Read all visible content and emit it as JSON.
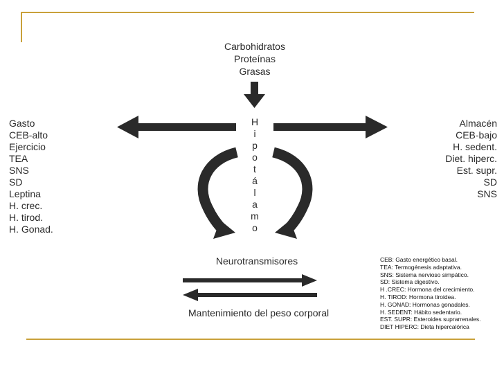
{
  "inputs": [
    "Carbohidratos",
    "Proteínas",
    "Grasas"
  ],
  "hypothalamus_letters": [
    "H",
    "i",
    "p",
    "o",
    "t",
    "á",
    "l",
    "a",
    "m",
    "o"
  ],
  "left_terms": [
    "Gasto",
    "CEB-alto",
    "Ejercicio",
    "TEA",
    "SNS",
    "SD",
    "Leptina",
    "H. crec.",
    "H. tirod.",
    "H. Gonad."
  ],
  "right_terms": [
    "Almacén",
    "CEB-bajo",
    "H. sedent.",
    "Diet. hiperc.",
    "Est. supr.",
    "SD",
    "SNS"
  ],
  "neurotransmitters_label": "Neurotransmisores",
  "weight_label": "Mantenimiento del peso corporal",
  "legend": [
    "CEB: Gasto energético basal.",
    "TEA: Termogénesis adaptativa.",
    "SNS: Sistema nervioso simpático.",
    "SD: Sistema digestivo.",
    "H .CREC: Hormona del crecimiento.",
    "H. TIROD: Hormona tiroidea.",
    "H. GONAD: Hormonas gonadales.",
    "H. SEDENT: Hábito sedentario.",
    "EST. SUPR: Esteroides suprarrenales.",
    "DIET HIPERC: Dieta hipercalórica"
  ],
  "colors": {
    "frame": "#c9a13a",
    "arrows": "#2a2a2a"
  }
}
